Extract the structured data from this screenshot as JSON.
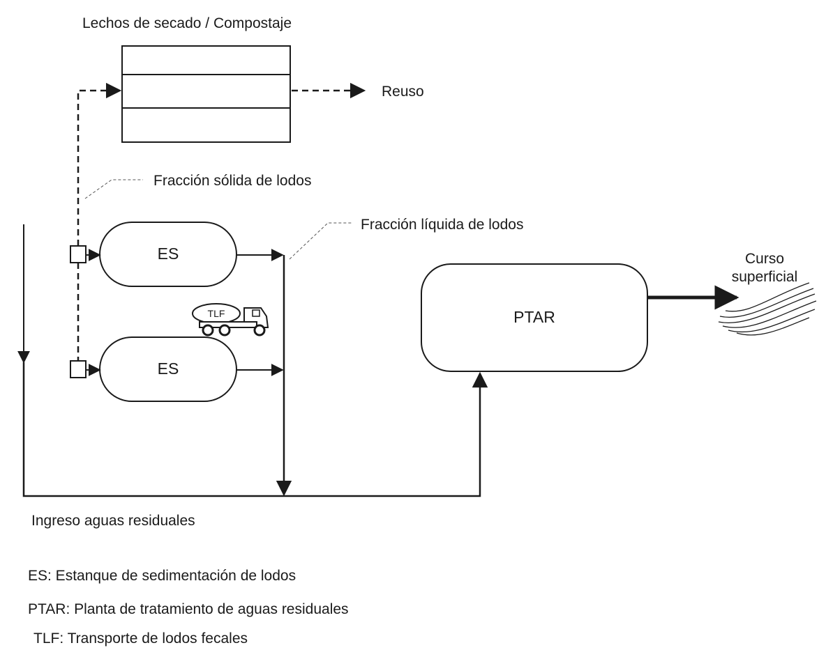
{
  "title": "Lechos de secado / Compostaje",
  "reuse_label": "Reuso",
  "solid_fraction_label": "Fracción sólida de lodos",
  "liquid_fraction_label": "Fracción líquida de lodos",
  "tanks": [
    {
      "label": "ES"
    },
    {
      "label": "ES"
    }
  ],
  "truck_label": "TLF",
  "plant_label": "PTAR",
  "outlet_label_line1": "Curso",
  "outlet_label_line2": "superficial",
  "inflow_label": "Ingreso aguas residuales",
  "legend": [
    "ES: Estanque de sedimentación de lodos",
    "PTAR: Planta de tratamiento de aguas residuales",
    "TLF: Transporte de lodos fecales"
  ],
  "colors": {
    "line": "#1a1a1a",
    "background": "#ffffff"
  }
}
